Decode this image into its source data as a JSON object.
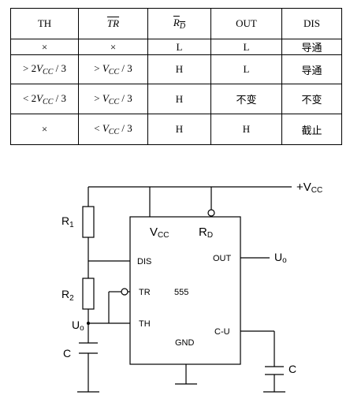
{
  "table": {
    "headers": {
      "th": "TH",
      "tr": "TR",
      "rd": "R",
      "rd_sub": "D",
      "out": "OUT",
      "dis": "DIS"
    },
    "rows": [
      {
        "th": "×",
        "tr": "×",
        "rd": "L",
        "out": "L",
        "dis": "导通"
      },
      {
        "th_op": "> 2",
        "th_v": "V",
        "th_sub": "CC",
        "th_tail": " / 3",
        "tr_op": "> ",
        "tr_v": "V",
        "tr_sub": "CC",
        "tr_tail": " / 3",
        "rd": "H",
        "out": "L",
        "dis": "导通"
      },
      {
        "th_op": "< 2",
        "th_v": "V",
        "th_sub": "CC",
        "th_tail": " / 3",
        "tr_op": "> ",
        "tr_v": "V",
        "tr_sub": "CC",
        "tr_tail": " / 3",
        "rd": "H",
        "out": "不变",
        "dis": "不变"
      },
      {
        "th": "×",
        "tr_op": "< ",
        "tr_v": "V",
        "tr_sub": "CC",
        "tr_tail": " / 3",
        "rd": "H",
        "out": "H",
        "dis": "截止"
      }
    ]
  },
  "circuit": {
    "supply": "+V",
    "supply_sub": "CC",
    "r1": "R",
    "r1_sub": "1",
    "r2": "R",
    "r2_sub": "2",
    "node_u": "U",
    "node_u_sub": "o",
    "c_left": "C",
    "c_right": "C",
    "chip": {
      "vcc": "V",
      "vcc_sub": "CC",
      "rd": "R",
      "rd_sub": "D",
      "dis": "DIS",
      "tr": "TR",
      "th": "TH",
      "name": "555",
      "gnd": "GND",
      "out": "OUT",
      "cu": "C-U"
    },
    "out_u": "U",
    "out_u_sub": "o"
  }
}
